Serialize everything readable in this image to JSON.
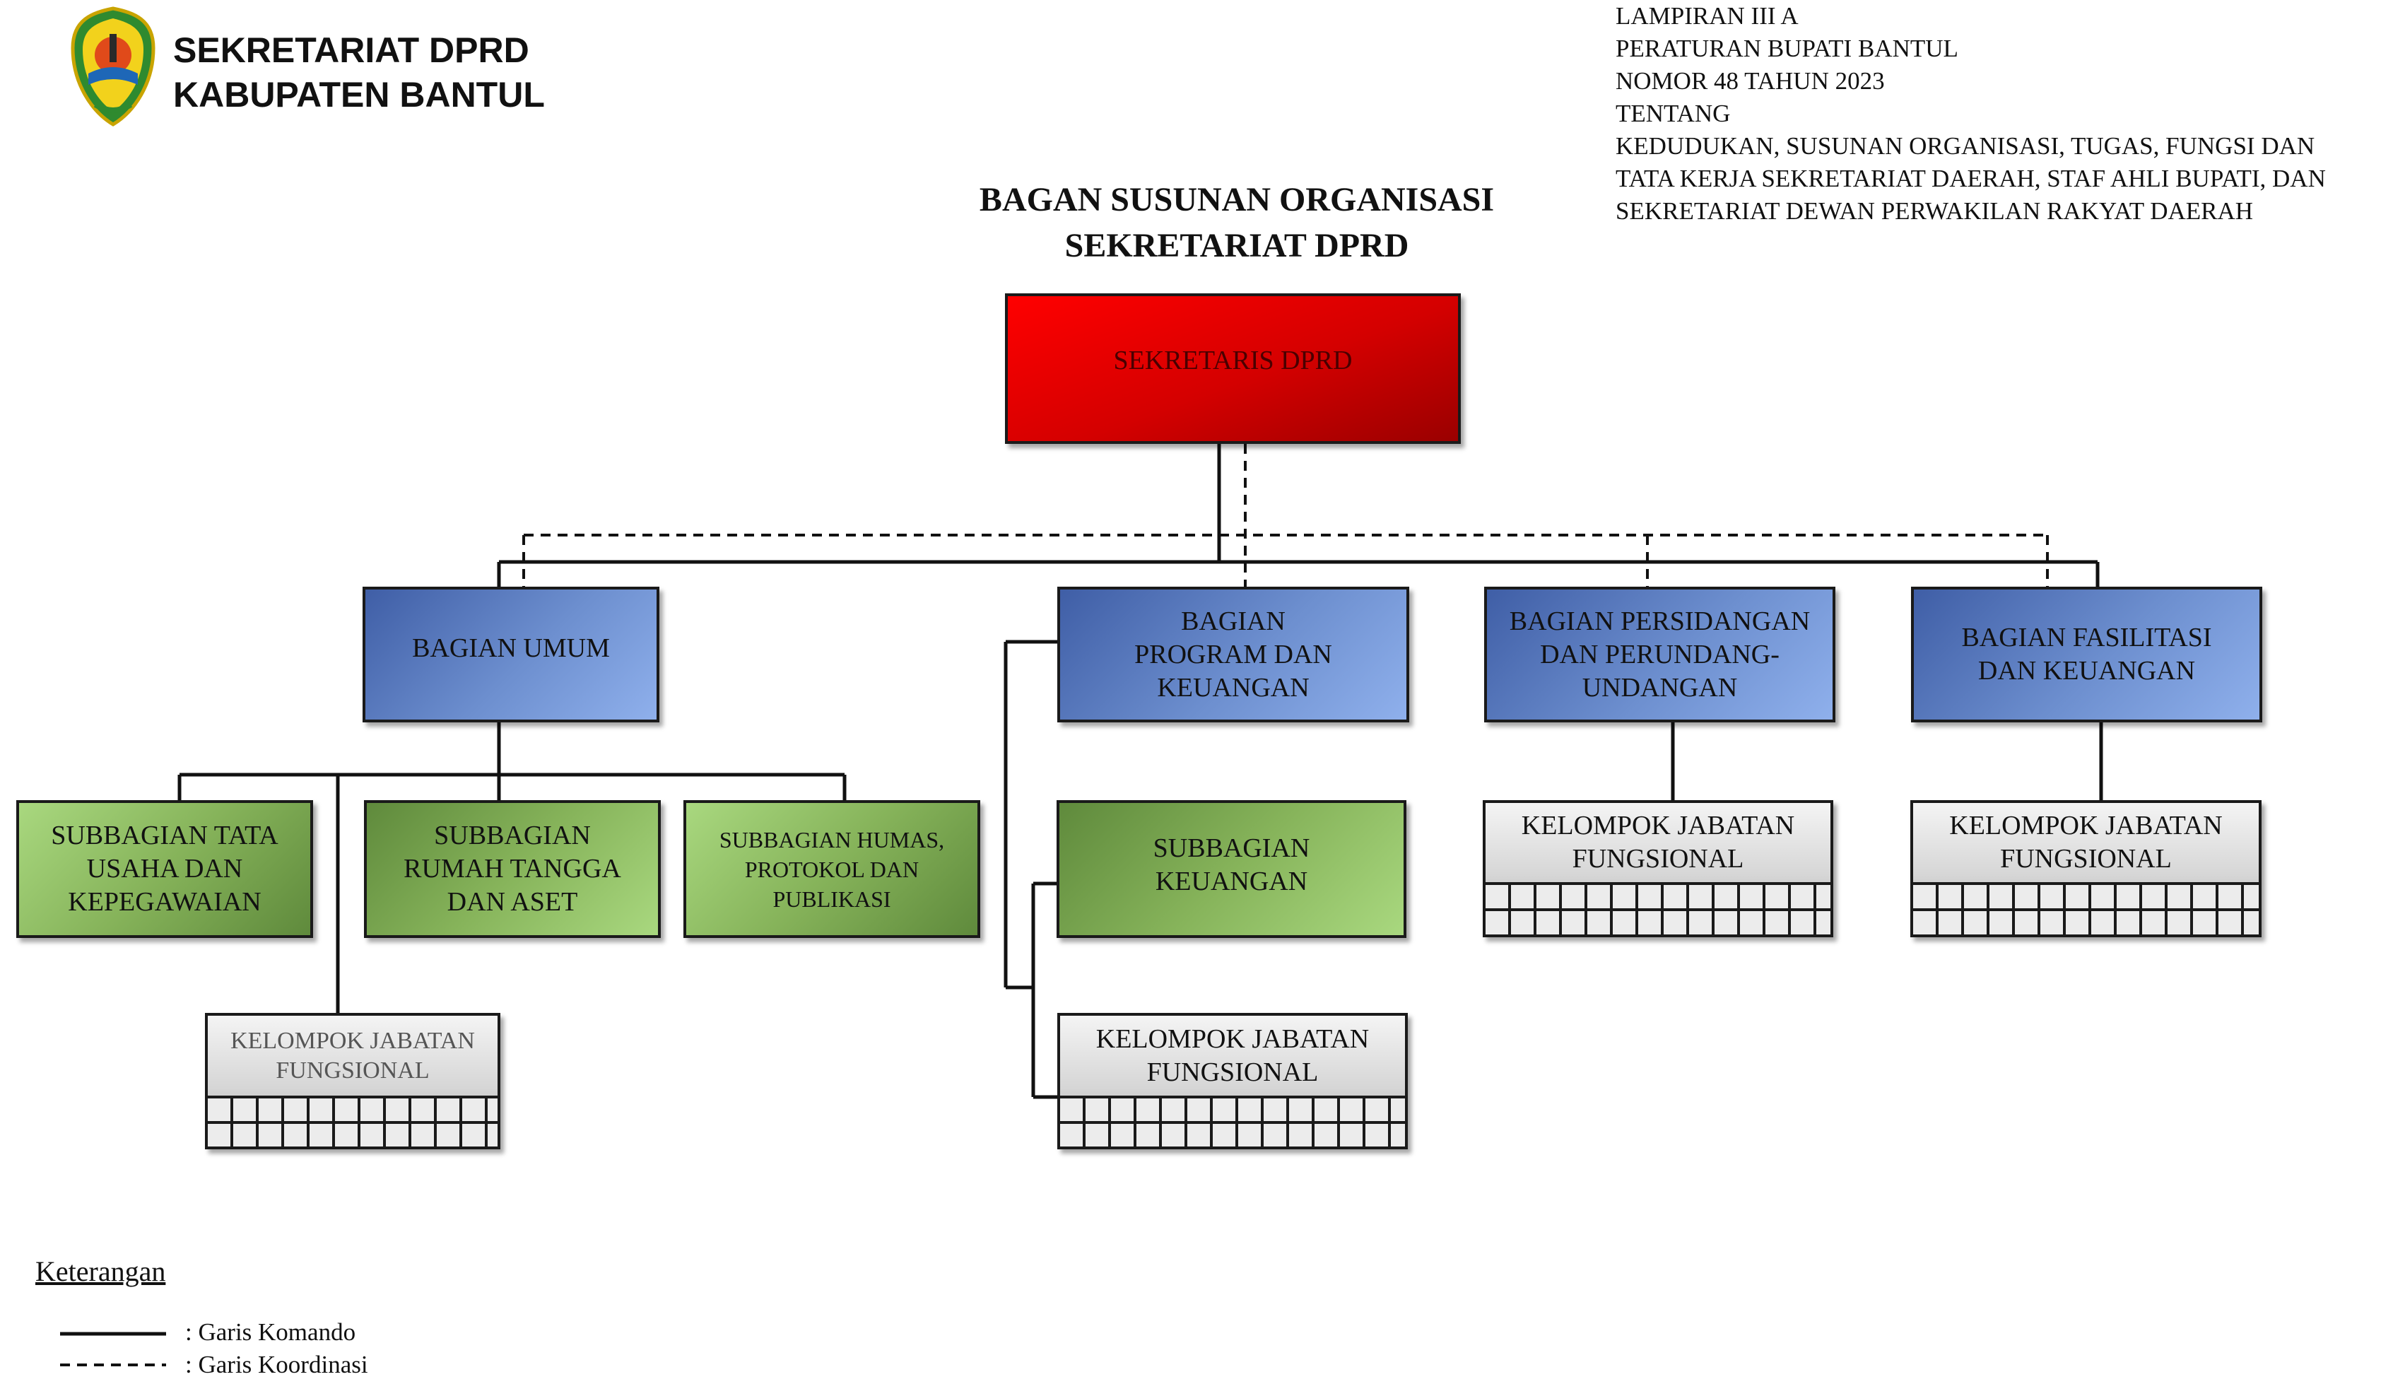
{
  "header": {
    "org_line1": "SEKRETARIAT DPRD",
    "org_line2": "KABUPATEN BANTUL",
    "lampiran_lines": [
      "LAMPIRAN III A",
      "PERATURAN BUPATI BANTUL",
      "NOMOR 48 TAHUN 2023",
      "TENTANG",
      "KEDUDUKAN, SUSUNAN ORGANISASI, TUGAS, FUNGSI DAN",
      "TATA KERJA SEKRETARIAT DAERAH, STAF AHLI BUPATI, DAN",
      "SEKRETARIAT DEWAN PERWAKILAN RAKYAT DAERAH"
    ]
  },
  "title": {
    "line1": "BAGAN SUSUNAN ORGANISASI",
    "line2": "SEKRETARIAT DPRD"
  },
  "nodes": {
    "sekretaris": "SEKRETARIS DPRD",
    "bagian_umum": "BAGIAN UMUM",
    "bagian_program": "BAGIAN PROGRAM DAN KEUANGAN",
    "bagian_persidangan": "BAGIAN PERSIDANGAN DAN PERUNDANG-UNDANGAN",
    "bagian_fasilitasi": "BAGIAN FASILITASI DAN KEUANGAN",
    "sub_tata_usaha": "SUBBAGIAN TATA USAHA DAN KEPEGAWAIAN",
    "sub_rumah_tangga": "SUBBAGIAN RUMAH TANGGA DAN ASET",
    "sub_humas": "SUBBAGIAN HUMAS, PROTOKOL DAN PUBLIKASI",
    "sub_keuangan": "SUBBAGIAN KEUANGAN",
    "kjf_umum": "KELOMPOK JABATAN FUNGSIONAL",
    "kjf_program": "KELOMPOK JABATAN FUNGSIONAL",
    "kjf_persidangan": "KELOMPOK JABATAN FUNGSIONAL",
    "kjf_fasilitasi": "KELOMPOK JABATAN FUNGSIONAL"
  },
  "legend": {
    "heading": "Keterangan",
    "komando": ": Garis Komando",
    "koordinasi": ": Garis Koordinasi"
  },
  "colors": {
    "head": "#e00000",
    "bagian": "#6d8fcf",
    "subbagian": "#86b35a",
    "fungsional": "#d6d6d6"
  }
}
